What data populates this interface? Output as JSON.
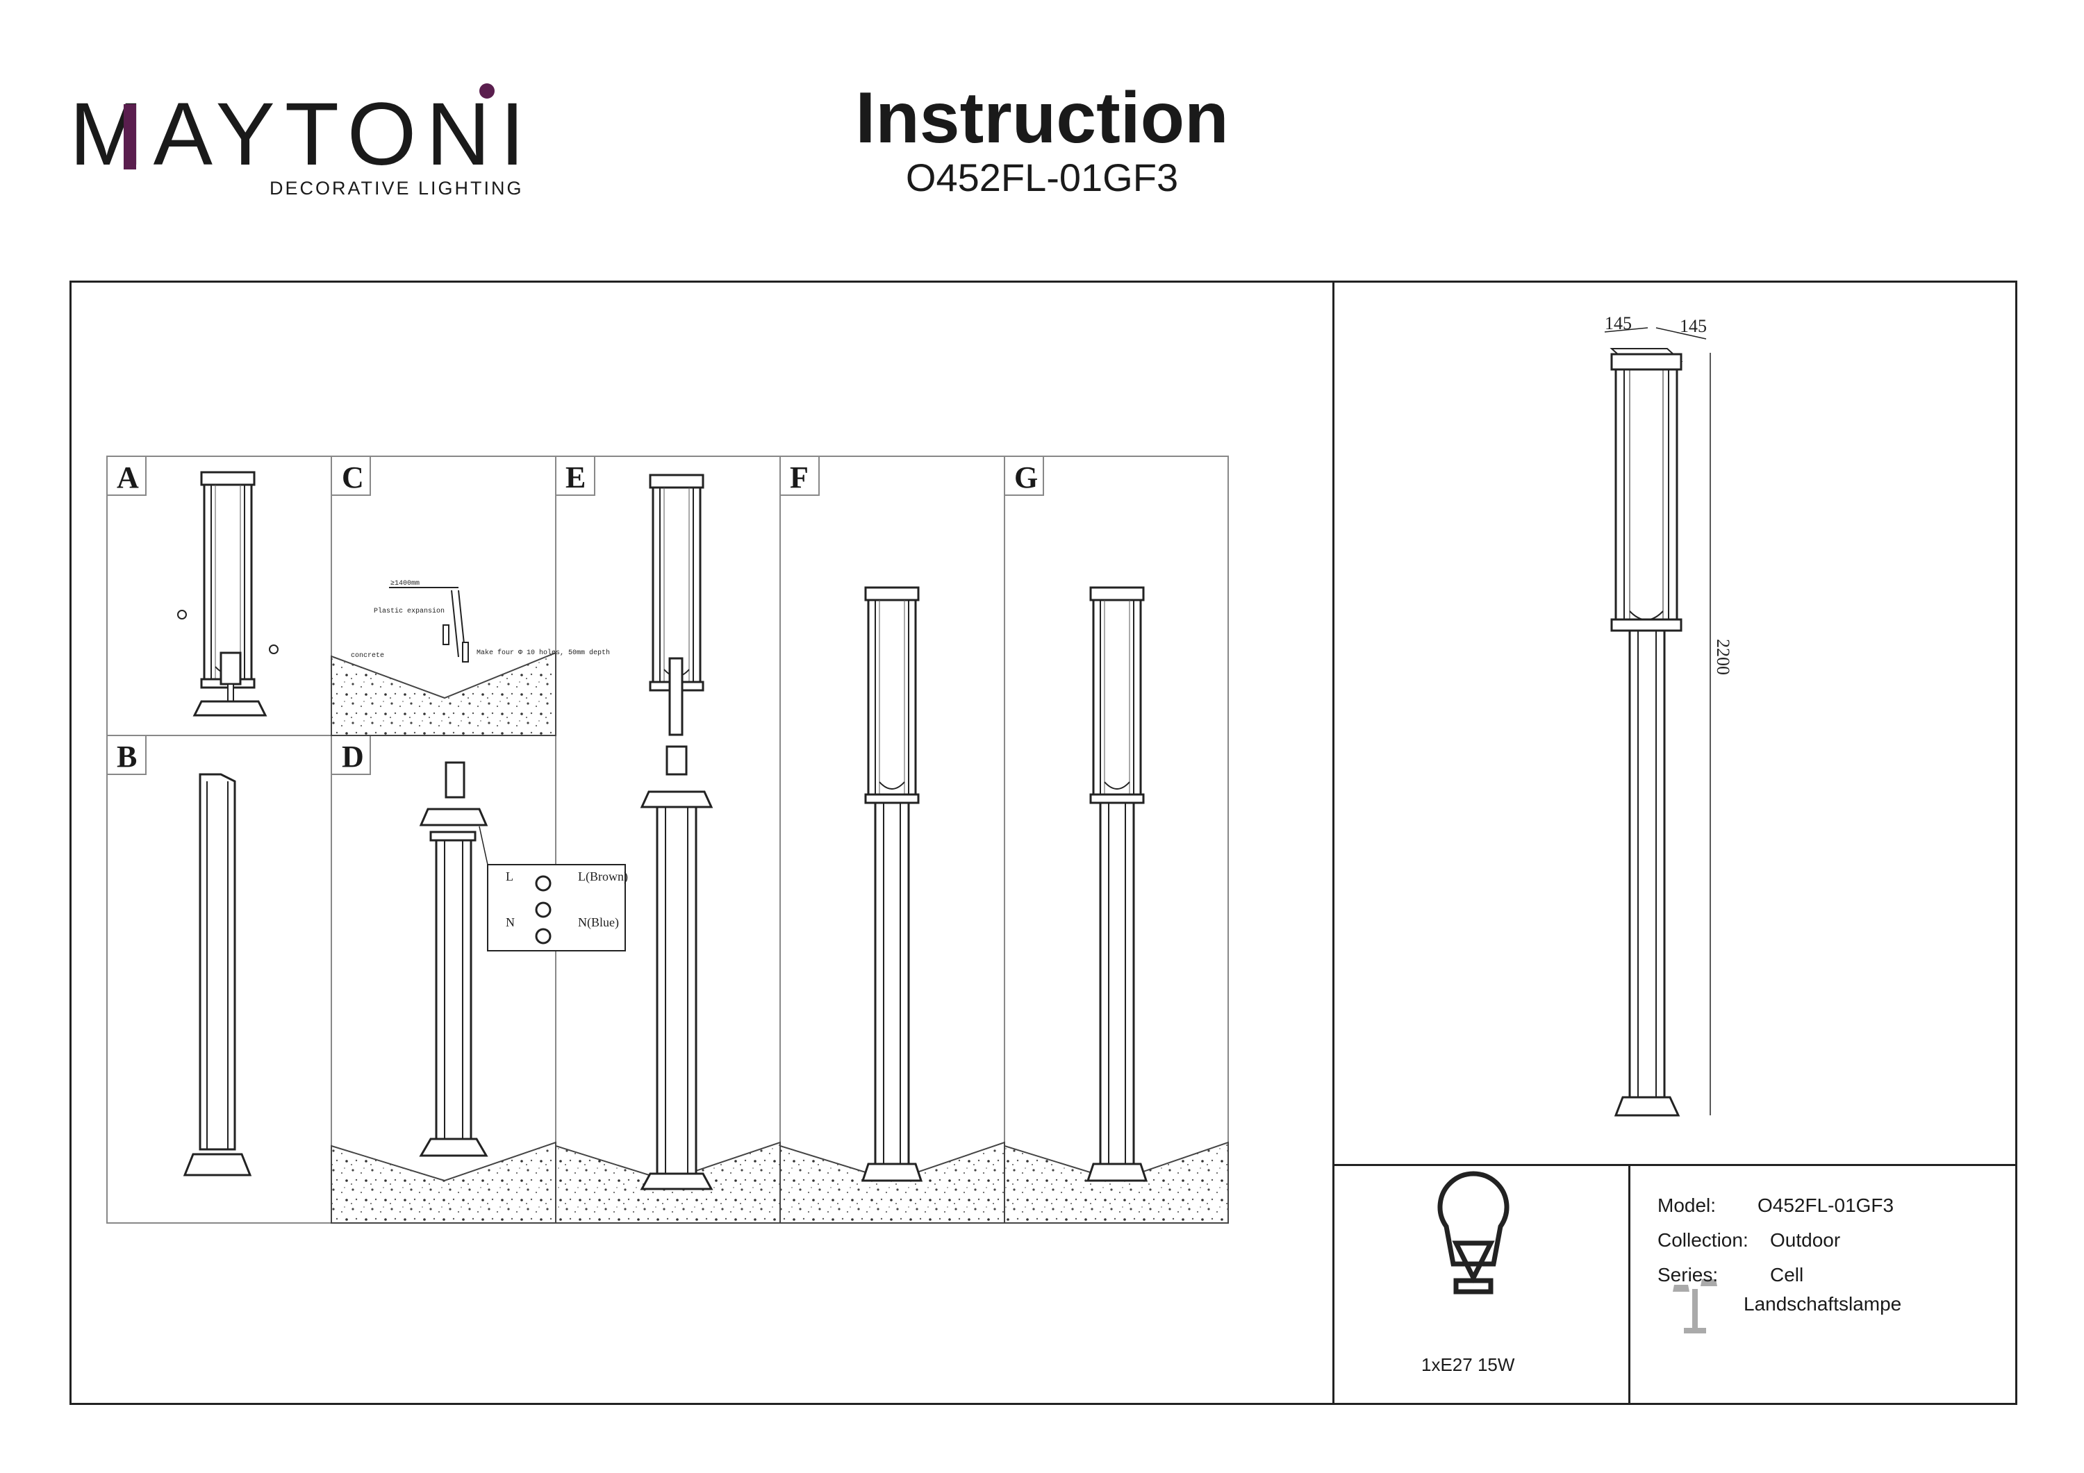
{
  "brand": {
    "logo_text": "MAYTONI",
    "tagline": "DECORATIVE LIGHTING",
    "accent_color": "#5a1e4e"
  },
  "header": {
    "title": "Instruction",
    "model": "O452FL-01GF3"
  },
  "steps": [
    {
      "label": "A"
    },
    {
      "label": "B"
    },
    {
      "label": "C",
      "notes": [
        "≥1400mm",
        "Plastic expansion",
        "concrete",
        "Make four Φ 10 holes, 50mm depth"
      ]
    },
    {
      "label": "D",
      "wiring": [
        "L",
        "N",
        "L(Brown)",
        "N(Blue)"
      ]
    },
    {
      "label": "E"
    },
    {
      "label": "F"
    },
    {
      "label": "G"
    }
  ],
  "dimensions": {
    "width_a": "145",
    "width_b": "145",
    "height": "2200"
  },
  "bulb": {
    "spec": "1xE27 15W",
    "icon": "light-bulb-icon"
  },
  "specs": {
    "model_label": "Model:",
    "model_value": "O452FL-01GF3",
    "collection_label": "Collection:",
    "collection_value": "Outdoor",
    "series_label": "Series:",
    "series_value": "Cell",
    "type_value": "Landschaftslampe",
    "type_icon": "landscape-lamp-icon"
  }
}
